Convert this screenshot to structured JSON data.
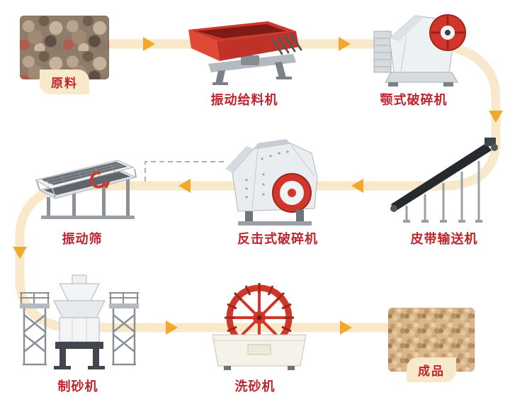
{
  "colors": {
    "path": "#f7e9c9",
    "arrow": "#f3a72e",
    "label": "#c0242c",
    "tag_bg": "#f7e9c9",
    "machine_red": "#cf372c",
    "machine_red_dark": "#9e241b",
    "steel_light": "#eef1f3",
    "steel_dark": "#6d747a",
    "belt_dark": "#26292d"
  },
  "flow": {
    "steps": [
      {
        "key": "raw-material",
        "label": "原料",
        "kind": "photo"
      },
      {
        "key": "vibrating-feeder",
        "label": "振动给料机",
        "kind": "machine"
      },
      {
        "key": "jaw-crusher",
        "label": "颚式破碎机",
        "kind": "machine"
      },
      {
        "key": "belt-conveyor",
        "label": "皮带输送机",
        "kind": "machine"
      },
      {
        "key": "impact-crusher",
        "label": "反击式破碎机",
        "kind": "machine"
      },
      {
        "key": "vibrating-screen",
        "label": "振动筛",
        "kind": "machine"
      },
      {
        "key": "sand-making-machine",
        "label": "制砂机",
        "kind": "machine"
      },
      {
        "key": "sand-washing-machine",
        "label": "洗砂机",
        "kind": "machine"
      },
      {
        "key": "finished-product",
        "label": "成品",
        "kind": "photo"
      }
    ],
    "connections": [
      {
        "from": "原料",
        "to": "振动给料机",
        "style": "solid"
      },
      {
        "from": "振动给料机",
        "to": "颚式破碎机",
        "style": "solid"
      },
      {
        "from": "颚式破碎机",
        "to": "皮带输送机",
        "style": "solid"
      },
      {
        "from": "皮带输送机",
        "to": "反击式破碎机",
        "style": "solid"
      },
      {
        "from": "反击式破碎机",
        "to": "振动筛",
        "style": "solid"
      },
      {
        "from": "振动筛",
        "to": "制砂机",
        "style": "solid"
      },
      {
        "from": "振动筛",
        "to": "反击式破碎机",
        "style": "dashed"
      },
      {
        "from": "制砂机",
        "to": "洗砂机",
        "style": "solid"
      },
      {
        "from": "洗砂机",
        "to": "成品",
        "style": "solid"
      }
    ]
  }
}
